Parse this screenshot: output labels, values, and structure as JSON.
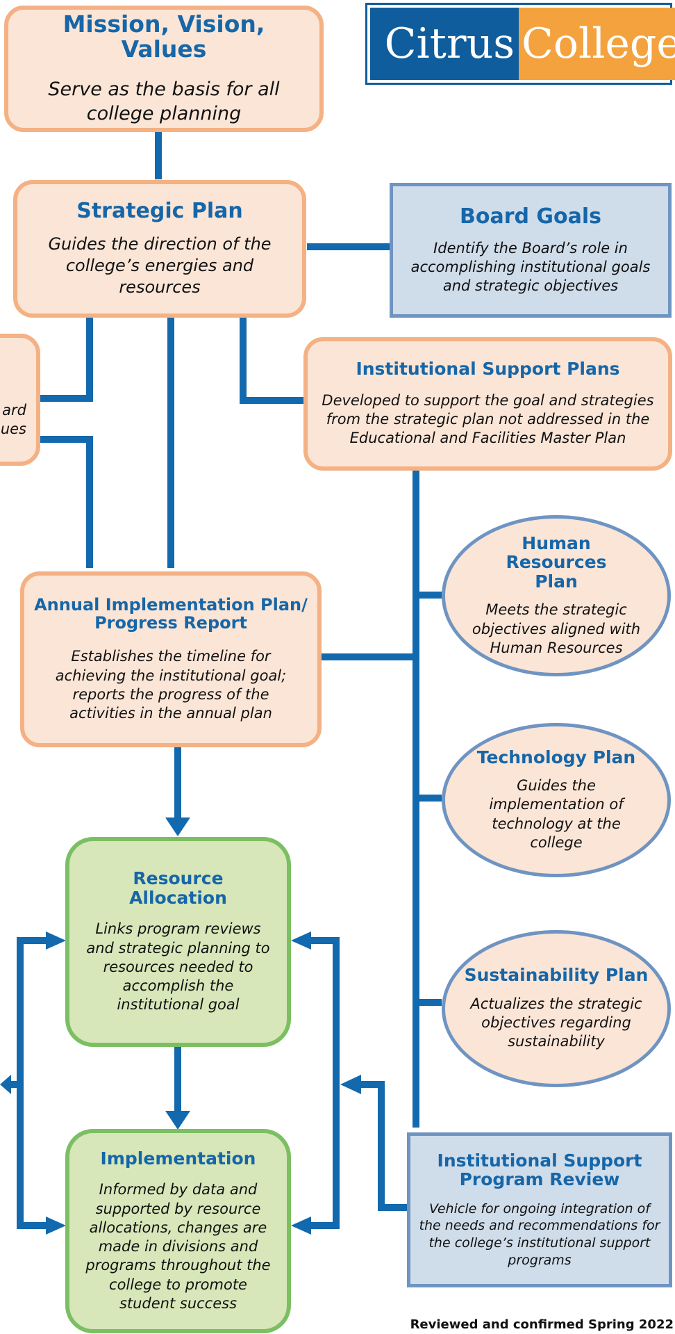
{
  "logo": {
    "word1": "Citrus",
    "word2": "College"
  },
  "mission": {
    "title": "Mission, Vision, Values",
    "desc": "Serve as the basis for all college planning"
  },
  "strategic_plan": {
    "title": "Strategic Plan",
    "desc": "Guides the direction of the college’s energies and resources"
  },
  "board_goals": {
    "title": "Board Goals",
    "desc": "Identify the Board’s role in accomplishing institutional goals and strategic objectives"
  },
  "left_cut_box": {
    "line1": "ard",
    "line2": "ues"
  },
  "institutional_support_plans": {
    "title": "Institutional Support Plans",
    "desc": "Developed to support the goal and strategies from the strategic plan not addressed in the Educational and Facilities Master Plan"
  },
  "human_resources_plan": {
    "title": "Human Resources Plan",
    "desc": "Meets the strategic objectives aligned with Human Resources"
  },
  "annual_plan": {
    "title": "Annual Implementation Plan/ Progress Report",
    "desc": "Establishes the timeline for achieving the institutional goal; reports the progress of the activities in the annual plan"
  },
  "technology_plan": {
    "title": "Technology Plan",
    "desc": "Guides the implementation of technology at the college"
  },
  "resource_allocation": {
    "title": "Resource Allocation",
    "desc": "Links program reviews and strategic planning to resources needed to accomplish the institutional goal"
  },
  "sustainability_plan": {
    "title": "Sustainability Plan",
    "desc": "Actualizes the strategic objectives regarding sustainability"
  },
  "implementation": {
    "title": "Implementation",
    "desc": "Informed by data and supported by resource allocations, changes are made in divisions and programs throughout the college to promote student success"
  },
  "support_program_review": {
    "title": "Institutional Support Program Review",
    "desc": "Vehicle for ongoing integration of the needs and recommendations for the college’s institutional support programs"
  },
  "footer": {
    "note": "Reviewed and confirmed Spring 2022"
  },
  "colors": {
    "connector": "#1369ad",
    "peach_fill": "#fbe5d6",
    "peach_border": "#f4b183",
    "green_fill": "#d7e7b9",
    "green_border": "#7cbf63",
    "blue_fill": "#cfdcea",
    "blue_border": "#6f94c2",
    "title_text": "#1666a8"
  }
}
